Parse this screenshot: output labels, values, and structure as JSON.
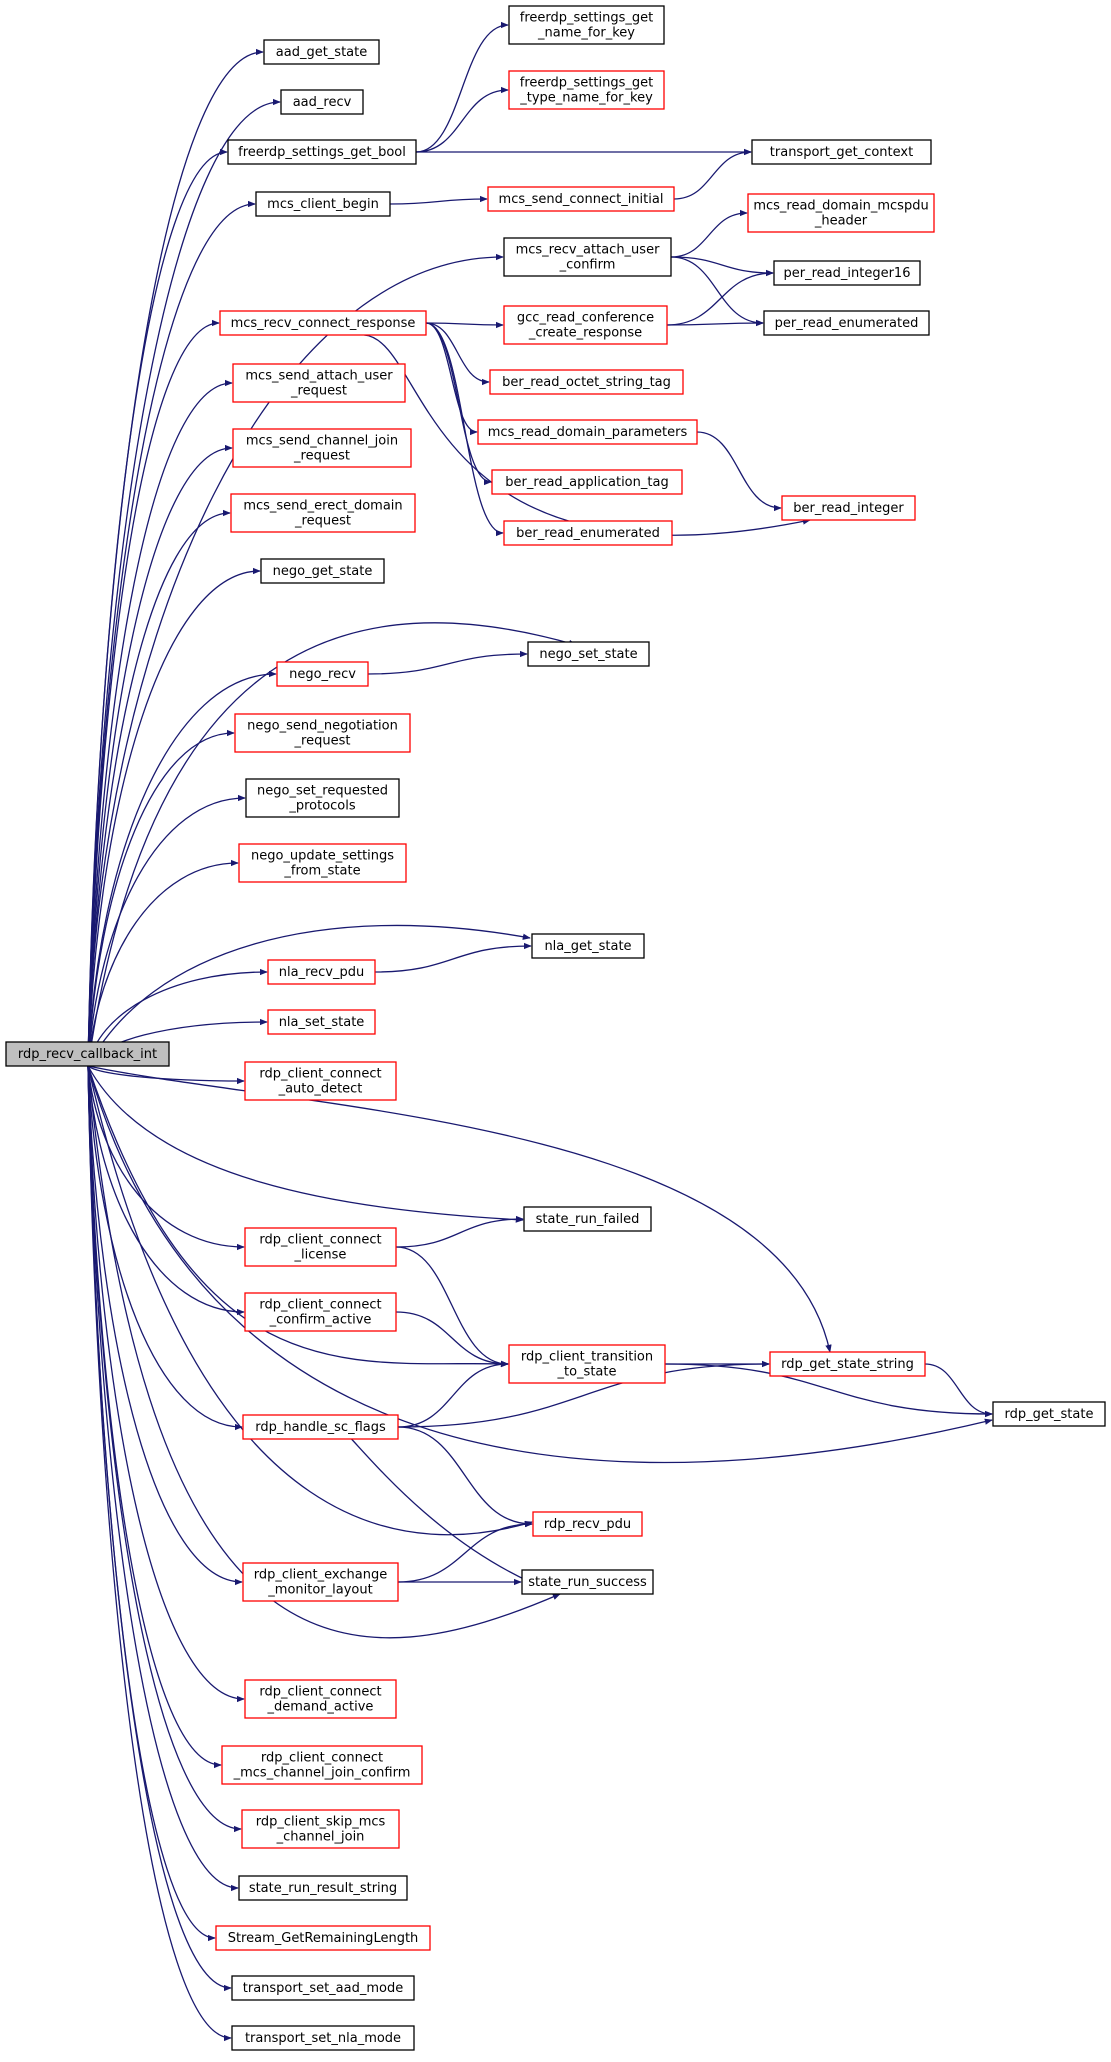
{
  "colors": {
    "edge": "#191970",
    "border_documented": "#000000",
    "border_undocumented": "#ff0000",
    "root_fill": "#bfbfbf",
    "node_fill": "#ffffff"
  },
  "nodes": [
    {
      "id": "root",
      "lines": [
        "rdp_recv_callback_int"
      ],
      "status": "root"
    },
    {
      "id": "aad_get_state",
      "lines": [
        "aad_get_state"
      ],
      "status": "documented"
    },
    {
      "id": "aad_recv",
      "lines": [
        "aad_recv"
      ],
      "status": "documented"
    },
    {
      "id": "freerdp_settings_get_bool",
      "lines": [
        "freerdp_settings_get_bool"
      ],
      "status": "documented"
    },
    {
      "id": "freerdp_settings_get_name_for_key",
      "lines": [
        "freerdp_settings_get",
        "_name_for_key"
      ],
      "status": "documented"
    },
    {
      "id": "freerdp_settings_get_type_name_for_key",
      "lines": [
        "freerdp_settings_get",
        "_type_name_for_key"
      ],
      "status": "undocumented"
    },
    {
      "id": "mcs_client_begin",
      "lines": [
        "mcs_client_begin"
      ],
      "status": "documented"
    },
    {
      "id": "transport_get_context",
      "lines": [
        "transport_get_context"
      ],
      "status": "documented"
    },
    {
      "id": "mcs_send_connect_initial",
      "lines": [
        "mcs_send_connect_initial"
      ],
      "status": "undocumented"
    },
    {
      "id": "mcs_recv_attach_user_confirm",
      "lines": [
        "mcs_recv_attach_user",
        "_confirm"
      ],
      "status": "documented"
    },
    {
      "id": "mcs_read_domain_mcspdu_header",
      "lines": [
        "mcs_read_domain_mcspdu",
        "_header"
      ],
      "status": "undocumented"
    },
    {
      "id": "per_read_integer16",
      "lines": [
        "per_read_integer16"
      ],
      "status": "documented"
    },
    {
      "id": "per_read_enumerated",
      "lines": [
        "per_read_enumerated"
      ],
      "status": "documented"
    },
    {
      "id": "mcs_recv_connect_response",
      "lines": [
        "mcs_recv_connect_response"
      ],
      "status": "undocumented"
    },
    {
      "id": "gcc_read_conference_create_response",
      "lines": [
        "gcc_read_conference",
        "_create_response"
      ],
      "status": "undocumented"
    },
    {
      "id": "ber_read_octet_string_tag",
      "lines": [
        "ber_read_octet_string_tag"
      ],
      "status": "undocumented"
    },
    {
      "id": "mcs_send_attach_user_request",
      "lines": [
        "mcs_send_attach_user",
        "_request"
      ],
      "status": "undocumented"
    },
    {
      "id": "mcs_read_domain_parameters",
      "lines": [
        "mcs_read_domain_parameters"
      ],
      "status": "undocumented"
    },
    {
      "id": "mcs_send_channel_join_request",
      "lines": [
        "mcs_send_channel_join",
        "_request"
      ],
      "status": "undocumented"
    },
    {
      "id": "ber_read_application_tag",
      "lines": [
        "ber_read_application_tag"
      ],
      "status": "undocumented"
    },
    {
      "id": "ber_read_integer",
      "lines": [
        "ber_read_integer"
      ],
      "status": "undocumented"
    },
    {
      "id": "mcs_send_erect_domain_request",
      "lines": [
        "mcs_send_erect_domain",
        "_request"
      ],
      "status": "undocumented"
    },
    {
      "id": "ber_read_enumerated",
      "lines": [
        "ber_read_enumerated"
      ],
      "status": "undocumented"
    },
    {
      "id": "nego_get_state",
      "lines": [
        "nego_get_state"
      ],
      "status": "documented"
    },
    {
      "id": "nego_set_state",
      "lines": [
        "nego_set_state"
      ],
      "status": "documented"
    },
    {
      "id": "nego_recv",
      "lines": [
        "nego_recv"
      ],
      "status": "undocumented"
    },
    {
      "id": "nego_send_negotiation_request",
      "lines": [
        "nego_send_negotiation",
        "_request"
      ],
      "status": "undocumented"
    },
    {
      "id": "nego_set_requested_protocols",
      "lines": [
        "nego_set_requested",
        "_protocols"
      ],
      "status": "documented"
    },
    {
      "id": "nego_update_settings_from_state",
      "lines": [
        "nego_update_settings",
        "_from_state"
      ],
      "status": "undocumented"
    },
    {
      "id": "nla_get_state",
      "lines": [
        "nla_get_state"
      ],
      "status": "documented"
    },
    {
      "id": "nla_recv_pdu",
      "lines": [
        "nla_recv_pdu"
      ],
      "status": "undocumented"
    },
    {
      "id": "nla_set_state",
      "lines": [
        "nla_set_state"
      ],
      "status": "undocumented"
    },
    {
      "id": "rdp_client_connect_auto_detect",
      "lines": [
        "rdp_client_connect",
        "_auto_detect"
      ],
      "status": "undocumented"
    },
    {
      "id": "state_run_failed",
      "lines": [
        "state_run_failed"
      ],
      "status": "documented"
    },
    {
      "id": "rdp_client_connect_license",
      "lines": [
        "rdp_client_connect",
        "_license"
      ],
      "status": "undocumented"
    },
    {
      "id": "rdp_client_connect_confirm_active",
      "lines": [
        "rdp_client_connect",
        "_confirm_active"
      ],
      "status": "undocumented"
    },
    {
      "id": "rdp_client_transition_to_state",
      "lines": [
        "rdp_client_transition",
        "_to_state"
      ],
      "status": "undocumented"
    },
    {
      "id": "rdp_get_state_string",
      "lines": [
        "rdp_get_state_string"
      ],
      "status": "undocumented"
    },
    {
      "id": "rdp_get_state",
      "lines": [
        "rdp_get_state"
      ],
      "status": "documented"
    },
    {
      "id": "rdp_handle_sc_flags",
      "lines": [
        "rdp_handle_sc_flags"
      ],
      "status": "undocumented"
    },
    {
      "id": "rdp_recv_pdu",
      "lines": [
        "rdp_recv_pdu"
      ],
      "status": "undocumented"
    },
    {
      "id": "rdp_client_exchange_monitor_layout",
      "lines": [
        "rdp_client_exchange",
        "_monitor_layout"
      ],
      "status": "undocumented"
    },
    {
      "id": "state_run_success",
      "lines": [
        "state_run_success"
      ],
      "status": "documented"
    },
    {
      "id": "rdp_client_connect_demand_active",
      "lines": [
        "rdp_client_connect",
        "_demand_active"
      ],
      "status": "undocumented"
    },
    {
      "id": "rdp_client_connect_mcs_channel_join_confirm",
      "lines": [
        "rdp_client_connect",
        "_mcs_channel_join_confirm"
      ],
      "status": "undocumented"
    },
    {
      "id": "rdp_client_skip_mcs_channel_join",
      "lines": [
        "rdp_client_skip_mcs",
        "_channel_join"
      ],
      "status": "undocumented"
    },
    {
      "id": "state_run_result_string",
      "lines": [
        "state_run_result_string"
      ],
      "status": "documented"
    },
    {
      "id": "Stream_GetRemainingLength",
      "lines": [
        "Stream_GetRemainingLength"
      ],
      "status": "undocumented"
    },
    {
      "id": "transport_set_aad_mode",
      "lines": [
        "transport_set_aad_mode"
      ],
      "status": "documented"
    },
    {
      "id": "transport_set_nla_mode",
      "lines": [
        "transport_set_nla_mode"
      ],
      "status": "documented"
    }
  ],
  "edges": [
    [
      "root",
      "aad_get_state"
    ],
    [
      "root",
      "aad_recv"
    ],
    [
      "root",
      "freerdp_settings_get_bool"
    ],
    [
      "root",
      "mcs_client_begin"
    ],
    [
      "root",
      "mcs_recv_attach_user_confirm"
    ],
    [
      "root",
      "mcs_recv_connect_response"
    ],
    [
      "root",
      "mcs_send_attach_user_request"
    ],
    [
      "root",
      "mcs_send_channel_join_request"
    ],
    [
      "root",
      "mcs_send_erect_domain_request"
    ],
    [
      "root",
      "nego_get_state"
    ],
    [
      "root",
      "nego_set_state"
    ],
    [
      "root",
      "nego_recv"
    ],
    [
      "root",
      "nego_send_negotiation_request"
    ],
    [
      "root",
      "nego_set_requested_protocols"
    ],
    [
      "root",
      "nego_update_settings_from_state"
    ],
    [
      "root",
      "nla_get_state"
    ],
    [
      "root",
      "nla_recv_pdu"
    ],
    [
      "root",
      "nla_set_state"
    ],
    [
      "root",
      "rdp_client_connect_auto_detect"
    ],
    [
      "root",
      "rdp_get_state_string"
    ],
    [
      "root",
      "state_run_failed"
    ],
    [
      "root",
      "rdp_client_connect_license"
    ],
    [
      "root",
      "rdp_client_connect_confirm_active"
    ],
    [
      "root",
      "rdp_client_transition_to_state"
    ],
    [
      "root",
      "rdp_handle_sc_flags"
    ],
    [
      "root",
      "rdp_get_state"
    ],
    [
      "root",
      "rdp_recv_pdu"
    ],
    [
      "root",
      "rdp_client_exchange_monitor_layout"
    ],
    [
      "root",
      "state_run_success"
    ],
    [
      "root",
      "rdp_client_connect_demand_active"
    ],
    [
      "root",
      "rdp_client_connect_mcs_channel_join_confirm"
    ],
    [
      "root",
      "rdp_client_skip_mcs_channel_join"
    ],
    [
      "root",
      "state_run_result_string"
    ],
    [
      "root",
      "Stream_GetRemainingLength"
    ],
    [
      "root",
      "transport_set_aad_mode"
    ],
    [
      "root",
      "transport_set_nla_mode"
    ],
    [
      "freerdp_settings_get_bool",
      "freerdp_settings_get_name_for_key"
    ],
    [
      "freerdp_settings_get_bool",
      "freerdp_settings_get_type_name_for_key"
    ],
    [
      "freerdp_settings_get_bool",
      "transport_get_context"
    ],
    [
      "mcs_client_begin",
      "mcs_send_connect_initial"
    ],
    [
      "mcs_send_connect_initial",
      "transport_get_context"
    ],
    [
      "mcs_recv_attach_user_confirm",
      "mcs_read_domain_mcspdu_header"
    ],
    [
      "mcs_recv_attach_user_confirm",
      "per_read_integer16"
    ],
    [
      "mcs_recv_attach_user_confirm",
      "per_read_enumerated"
    ],
    [
      "mcs_recv_connect_response",
      "gcc_read_conference_create_response"
    ],
    [
      "mcs_recv_connect_response",
      "ber_read_octet_string_tag"
    ],
    [
      "mcs_recv_connect_response",
      "mcs_read_domain_parameters"
    ],
    [
      "mcs_recv_connect_response",
      "ber_read_application_tag"
    ],
    [
      "mcs_recv_connect_response",
      "ber_read_enumerated"
    ],
    [
      "mcs_recv_connect_response",
      "ber_read_integer"
    ],
    [
      "gcc_read_conference_create_response",
      "per_read_integer16"
    ],
    [
      "gcc_read_conference_create_response",
      "per_read_enumerated"
    ],
    [
      "mcs_read_domain_parameters",
      "ber_read_integer"
    ],
    [
      "nego_recv",
      "nego_set_state"
    ],
    [
      "nla_recv_pdu",
      "nla_get_state"
    ],
    [
      "rdp_client_connect_license",
      "state_run_failed"
    ],
    [
      "rdp_client_connect_license",
      "rdp_client_transition_to_state"
    ],
    [
      "rdp_client_connect_confirm_active",
      "rdp_client_transition_to_state"
    ],
    [
      "rdp_client_transition_to_state",
      "rdp_get_state_string"
    ],
    [
      "rdp_client_transition_to_state",
      "rdp_get_state"
    ],
    [
      "rdp_get_state_string",
      "rdp_get_state"
    ],
    [
      "rdp_handle_sc_flags",
      "rdp_client_transition_to_state"
    ],
    [
      "rdp_handle_sc_flags",
      "rdp_get_state_string"
    ],
    [
      "rdp_handle_sc_flags",
      "rdp_recv_pdu"
    ],
    [
      "rdp_handle_sc_flags",
      "state_run_success"
    ],
    [
      "rdp_client_exchange_monitor_layout",
      "rdp_recv_pdu"
    ],
    [
      "rdp_client_exchange_monitor_layout",
      "state_run_success"
    ]
  ]
}
